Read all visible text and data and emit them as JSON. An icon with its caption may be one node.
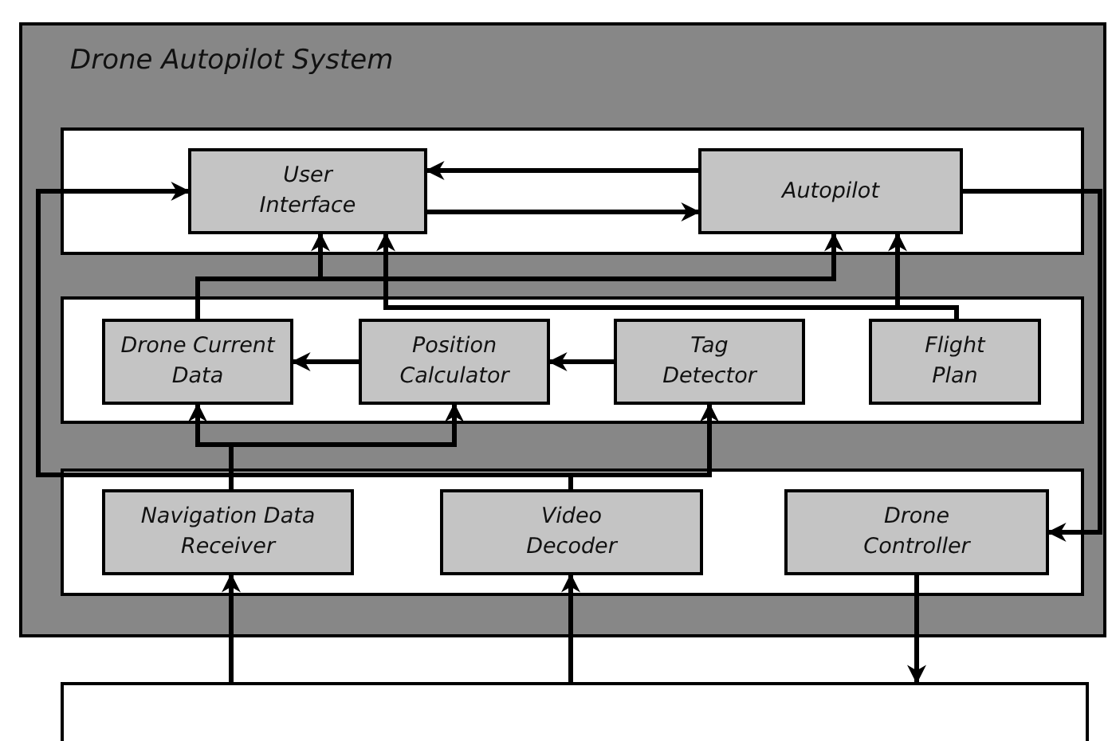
{
  "diagram": {
    "nodes": [
      {
        "text": [
          "Drone Autopilot System"
        ]
      },
      {
        "text": [],
        "shape": "box",
        "in": 0
      },
      {
        "text": [
          "User Interface"
        ],
        "in": 1
      },
      {
        "text": [
          "Autopilot"
        ],
        "in": 1
      },
      {
        "text": [],
        "shape": "box",
        "in": 0
      },
      {
        "text": [
          "Drone Current Data"
        ],
        "in": 4
      },
      {
        "text": [
          "Position Calculator"
        ],
        "in": 4
      },
      {
        "text": [
          "Tag Detector"
        ],
        "in": 4
      },
      {
        "text": [
          "Flight Plan"
        ],
        "in": 4
      },
      {
        "text": [],
        "shape": "box",
        "in": 0
      },
      {
        "text": [
          "Navigation Data Receiver"
        ],
        "in": 9
      },
      {
        "text": [
          "Video Decoder"
        ],
        "in": 9
      },
      {
        "text": [
          "Drone Controller"
        ],
        "in": 9
      },
      {
        "text": [],
        "shape": "box"
      }
    ],
    "edges": [
      {
        "from": 3,
        "to": 2,
        "arrow": "to"
      },
      {
        "from": 2,
        "to": 3,
        "arrow": "to"
      },
      {
        "from": 5,
        "to": 2,
        "arrow": "to"
      },
      {
        "from": 5,
        "to": 3,
        "arrow": "to"
      },
      {
        "from": 8,
        "to": 2,
        "arrow": "to"
      },
      {
        "from": 8,
        "to": 3,
        "arrow": "to"
      },
      {
        "from": 6,
        "to": 5,
        "arrow": "to"
      },
      {
        "from": 7,
        "to": 6,
        "arrow": "to"
      },
      {
        "from": 10,
        "to": 5,
        "arrow": "to"
      },
      {
        "from": 10,
        "to": 6,
        "arrow": "to"
      },
      {
        "from": 11,
        "to": 2,
        "arrow": "to"
      },
      {
        "from": 11,
        "to": 7,
        "arrow": "to"
      },
      {
        "from": 3,
        "to": 12,
        "arrow": "to"
      },
      {
        "from": 13,
        "to": 10,
        "arrow": "to"
      },
      {
        "from": 13,
        "to": 11,
        "arrow": "to"
      },
      {
        "from": 12,
        "to": 13,
        "arrow": "to"
      }
    ]
  }
}
